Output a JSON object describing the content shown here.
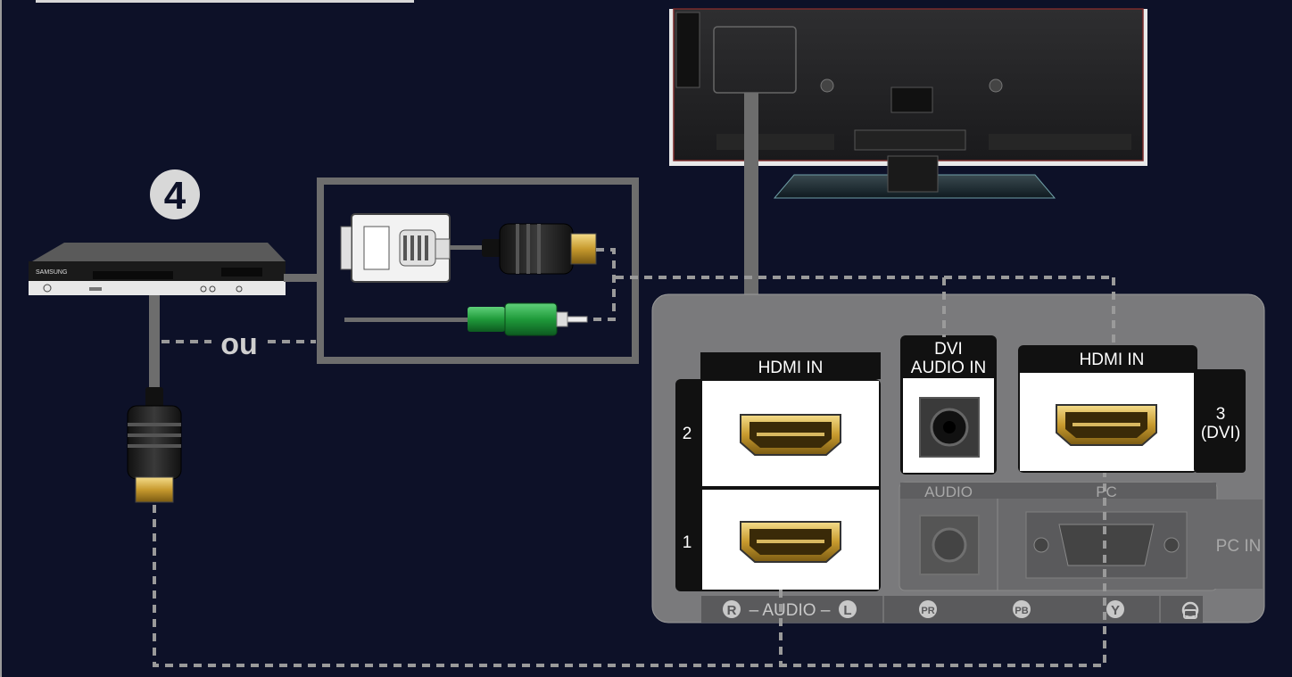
{
  "step": {
    "number": "4"
  },
  "player": {
    "brand": "SAMSUNG"
  },
  "cable_box": {
    "or_label": "ou"
  },
  "panel": {
    "hdmi_left": {
      "label": "HDMI IN",
      "port_top": "2",
      "port_bottom": "1"
    },
    "dvi_audio": {
      "line1": "DVI",
      "line2": "AUDIO IN"
    },
    "hdmi_right": {
      "label": "HDMI IN",
      "port_line1": "3",
      "port_line2": "(DVI)"
    },
    "audio_label": "AUDIO",
    "pc_label": "PC",
    "pc_in": "PC IN",
    "bottom_strip": {
      "r": "R",
      "audio": "– AUDIO –",
      "l": "L",
      "pr": "PR",
      "pb": "PB",
      "y": "Y"
    }
  },
  "colors": {
    "background": "#0d1128",
    "panel": "#7a7a7c",
    "cable": "#6d6d6d",
    "dashed_line": "#9a9a9a",
    "hdmi_gold": "#c79a2e",
    "rca_green": "#1f9a3a"
  }
}
